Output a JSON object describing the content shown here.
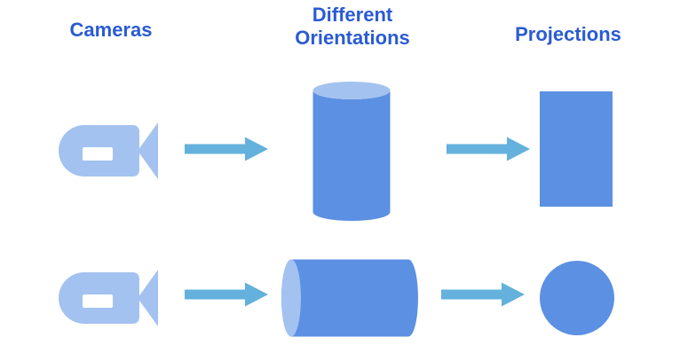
{
  "headers": {
    "cameras": "Cameras",
    "orientations": "Different Orientations",
    "projections": "Projections"
  },
  "colors": {
    "header_text": "#2A5BD3",
    "camera_fill": "#A4C2F0",
    "camera_slot": "#FFFFFF",
    "arrow_fill": "#63B1DC",
    "solid_fill": "#5C90E2",
    "cylinder_cap_fill": "#A4C2F0",
    "background": "#FFFFFF"
  },
  "diagram": {
    "rows": [
      {
        "camera_icon": "video-camera-icon",
        "arrow_icon": "right-arrow-icon",
        "orientation_shape": "cylinder-vertical",
        "projection_shape": "rectangle"
      },
      {
        "camera_icon": "video-camera-icon",
        "arrow_icon": "right-arrow-icon",
        "orientation_shape": "cylinder-horizontal",
        "projection_shape": "circle"
      }
    ]
  }
}
